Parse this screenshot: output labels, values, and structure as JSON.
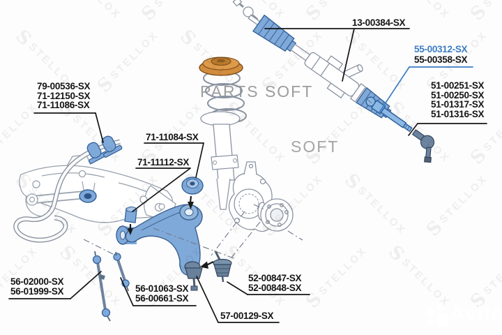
{
  "watermarks": {
    "stellox": "STELLOX",
    "parts_soft": "PARTS SOFT",
    "parts_soft_partial": "SOFT",
    "avito": "Avito"
  },
  "colors": {
    "highlight_label_blue": "#3b7dc4",
    "part_blue": "#7fa9d8",
    "part_blue_outline": "#35619b",
    "strut_mount_orange": "#d28c3e",
    "line_art_gray": "#8a93a1",
    "label_text": "#151515"
  },
  "part_labels": {
    "steering_rack": {
      "line1": "13-00384-SX"
    },
    "axial_rod": {
      "line1": "55-00312-SX",
      "line2": "55-00358-SX"
    },
    "tie_rod_end": {
      "line1": "51-00251-SX",
      "line2": "51-00250-SX",
      "line3": "51-01317-SX",
      "line4": "51-01316-SX"
    },
    "stabilizer_bushing": {
      "line1": "79-00536-SX",
      "line2": "71-12150-SX",
      "line3": "71-11086-SX"
    },
    "arm_rear_bushing": {
      "line1": "71-11084-SX"
    },
    "arm_front_bushing": {
      "line1": "71-11112-SX"
    },
    "stab_link_left": {
      "line1": "56-02000-SX",
      "line2": "56-01999-SX"
    },
    "stab_link_right": {
      "line1": "56-01063-SX",
      "line2": "56-00661-SX"
    },
    "ball_joint": {
      "line1": "52-00847-SX",
      "line2": "52-00848-SX"
    },
    "control_arm": {
      "line1": "57-00129-SX"
    }
  }
}
